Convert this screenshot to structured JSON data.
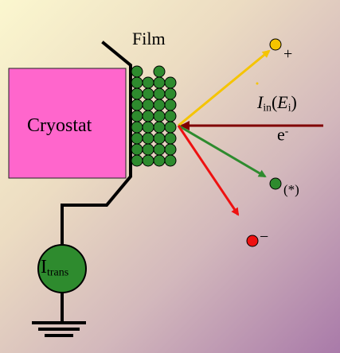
{
  "labels": {
    "cryostat": "Cryostat",
    "film": "Film",
    "positive_charge": "+",
    "negative_charge": "−",
    "excited": "(*)",
    "current_main": "I",
    "current_sub": "in",
    "energy_main": "E",
    "energy_sub": "i",
    "electron_main": "e",
    "electron_sup": "-",
    "trans_main": "I",
    "trans_sub": "trans"
  },
  "colors": {
    "cryostat_fill": "#ff66cc",
    "atom": "#2e8b2e",
    "incoming_beam": "#800000",
    "yellow_ray": "#f5c400",
    "green_ray": "#2e8b2e",
    "red_ray": "#ee1111",
    "wire": "#000000"
  }
}
